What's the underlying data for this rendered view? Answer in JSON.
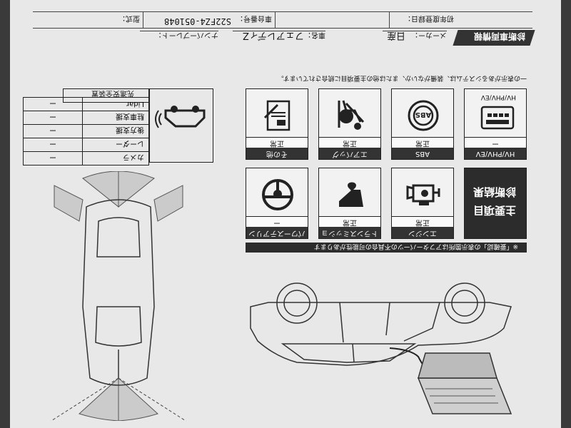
{
  "header": {
    "first_reg_label": "初年度登録日：",
    "chassis_label": "車台番号：",
    "chassis_number": "S22FZ4-051048",
    "model_label": "型式："
  },
  "section": {
    "title": "診断車両情報",
    "maker_label": "メーカー：",
    "maker_value": "日産",
    "car_name_label": "車名：",
    "car_name_value": "フェアレディZ",
    "plate_label": "ナンバープレート："
  },
  "notice_top": "一の表示があるシステムは、装備がないか、または他の主要項目に統合されています。",
  "notice_bottom": "※「要確認」の表示箇所はアフターパーツの不具合の可能性があります",
  "main_items": {
    "title_line1": "主要項目",
    "title_line2": "診断結果"
  },
  "systems": [
    {
      "name": "HV/PHV/EV",
      "status": "ー",
      "icon": "hv-battery-icon",
      "caption": "HV/PHV/EV"
    },
    {
      "name": "ABS",
      "status": "正常",
      "icon": "abs-icon"
    },
    {
      "name": "エアバッグ",
      "status": "正常",
      "icon": "airbag-icon"
    },
    {
      "name": "その他",
      "status": "正常",
      "icon": "other-document-icon"
    },
    {
      "name": "エンジン",
      "status": "正常",
      "icon": "engine-icon"
    },
    {
      "name": "トランスミッション",
      "status": "正常",
      "icon": "transmission-icon"
    },
    {
      "name": "パワーステアリング",
      "status": "ー",
      "icon": "steering-wheel-icon"
    }
  ],
  "adas": {
    "title": "先進安全装置",
    "rows": [
      {
        "name": "カメラ",
        "status": "ー"
      },
      {
        "name": "レーダー",
        "status": "ー"
      },
      {
        "name": "後方支援",
        "status": "ー"
      },
      {
        "name": "駐車支援",
        "status": "ー"
      },
      {
        "name": "Lidar",
        "status": "ー"
      }
    ]
  },
  "colors": {
    "paper": "#e8e8e8",
    "ink": "#222222",
    "band": "#333333",
    "desk": "#3a3a3a"
  }
}
